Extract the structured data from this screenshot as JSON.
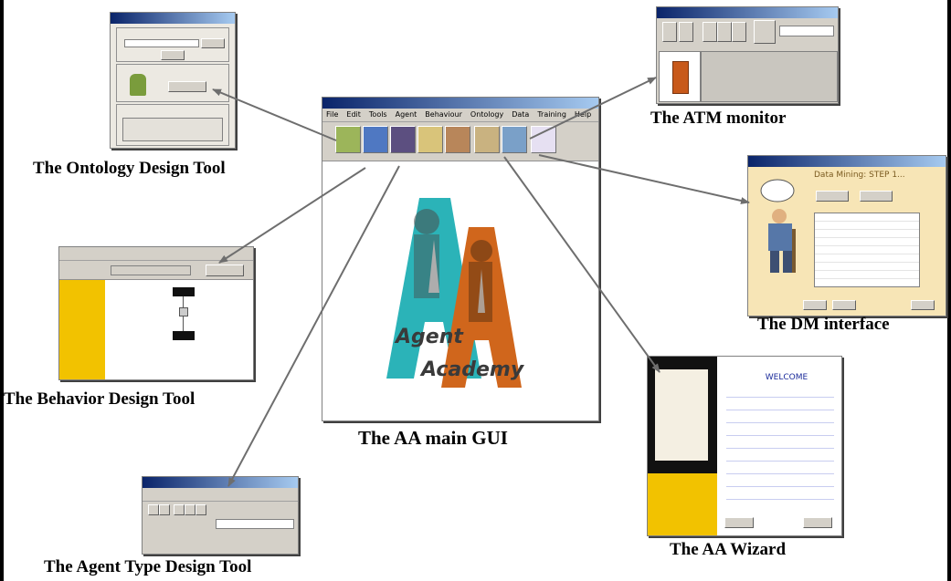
{
  "captions": {
    "ontology": "The Ontology Design Tool",
    "atm": "The ATM monitor",
    "dm": "The DM interface",
    "behavior": "The Behavior Design Tool",
    "main": "The AA main GUI",
    "wizard": "The AA Wizard",
    "agent_type": "The Agent Type Design Tool"
  },
  "main_gui": {
    "menu": [
      "File",
      "Edit",
      "Tools",
      "Agent",
      "Behaviour",
      "Ontology",
      "Data",
      "Training",
      "Help"
    ],
    "logo_text_1": "Agent",
    "logo_text_2": "Academy"
  },
  "dm": {
    "heading": "Data Mining: STEP 1..."
  },
  "wizard": {
    "heading": "WELCOME"
  },
  "colors": {
    "arrow": "#6e6e6e",
    "logo_teal": "#2bb3b8",
    "logo_orange": "#d0661c",
    "behavior_sidebar": "#f2c200",
    "wizard_yellow": "#f2c200",
    "dm_background": "#f7e5b6"
  }
}
